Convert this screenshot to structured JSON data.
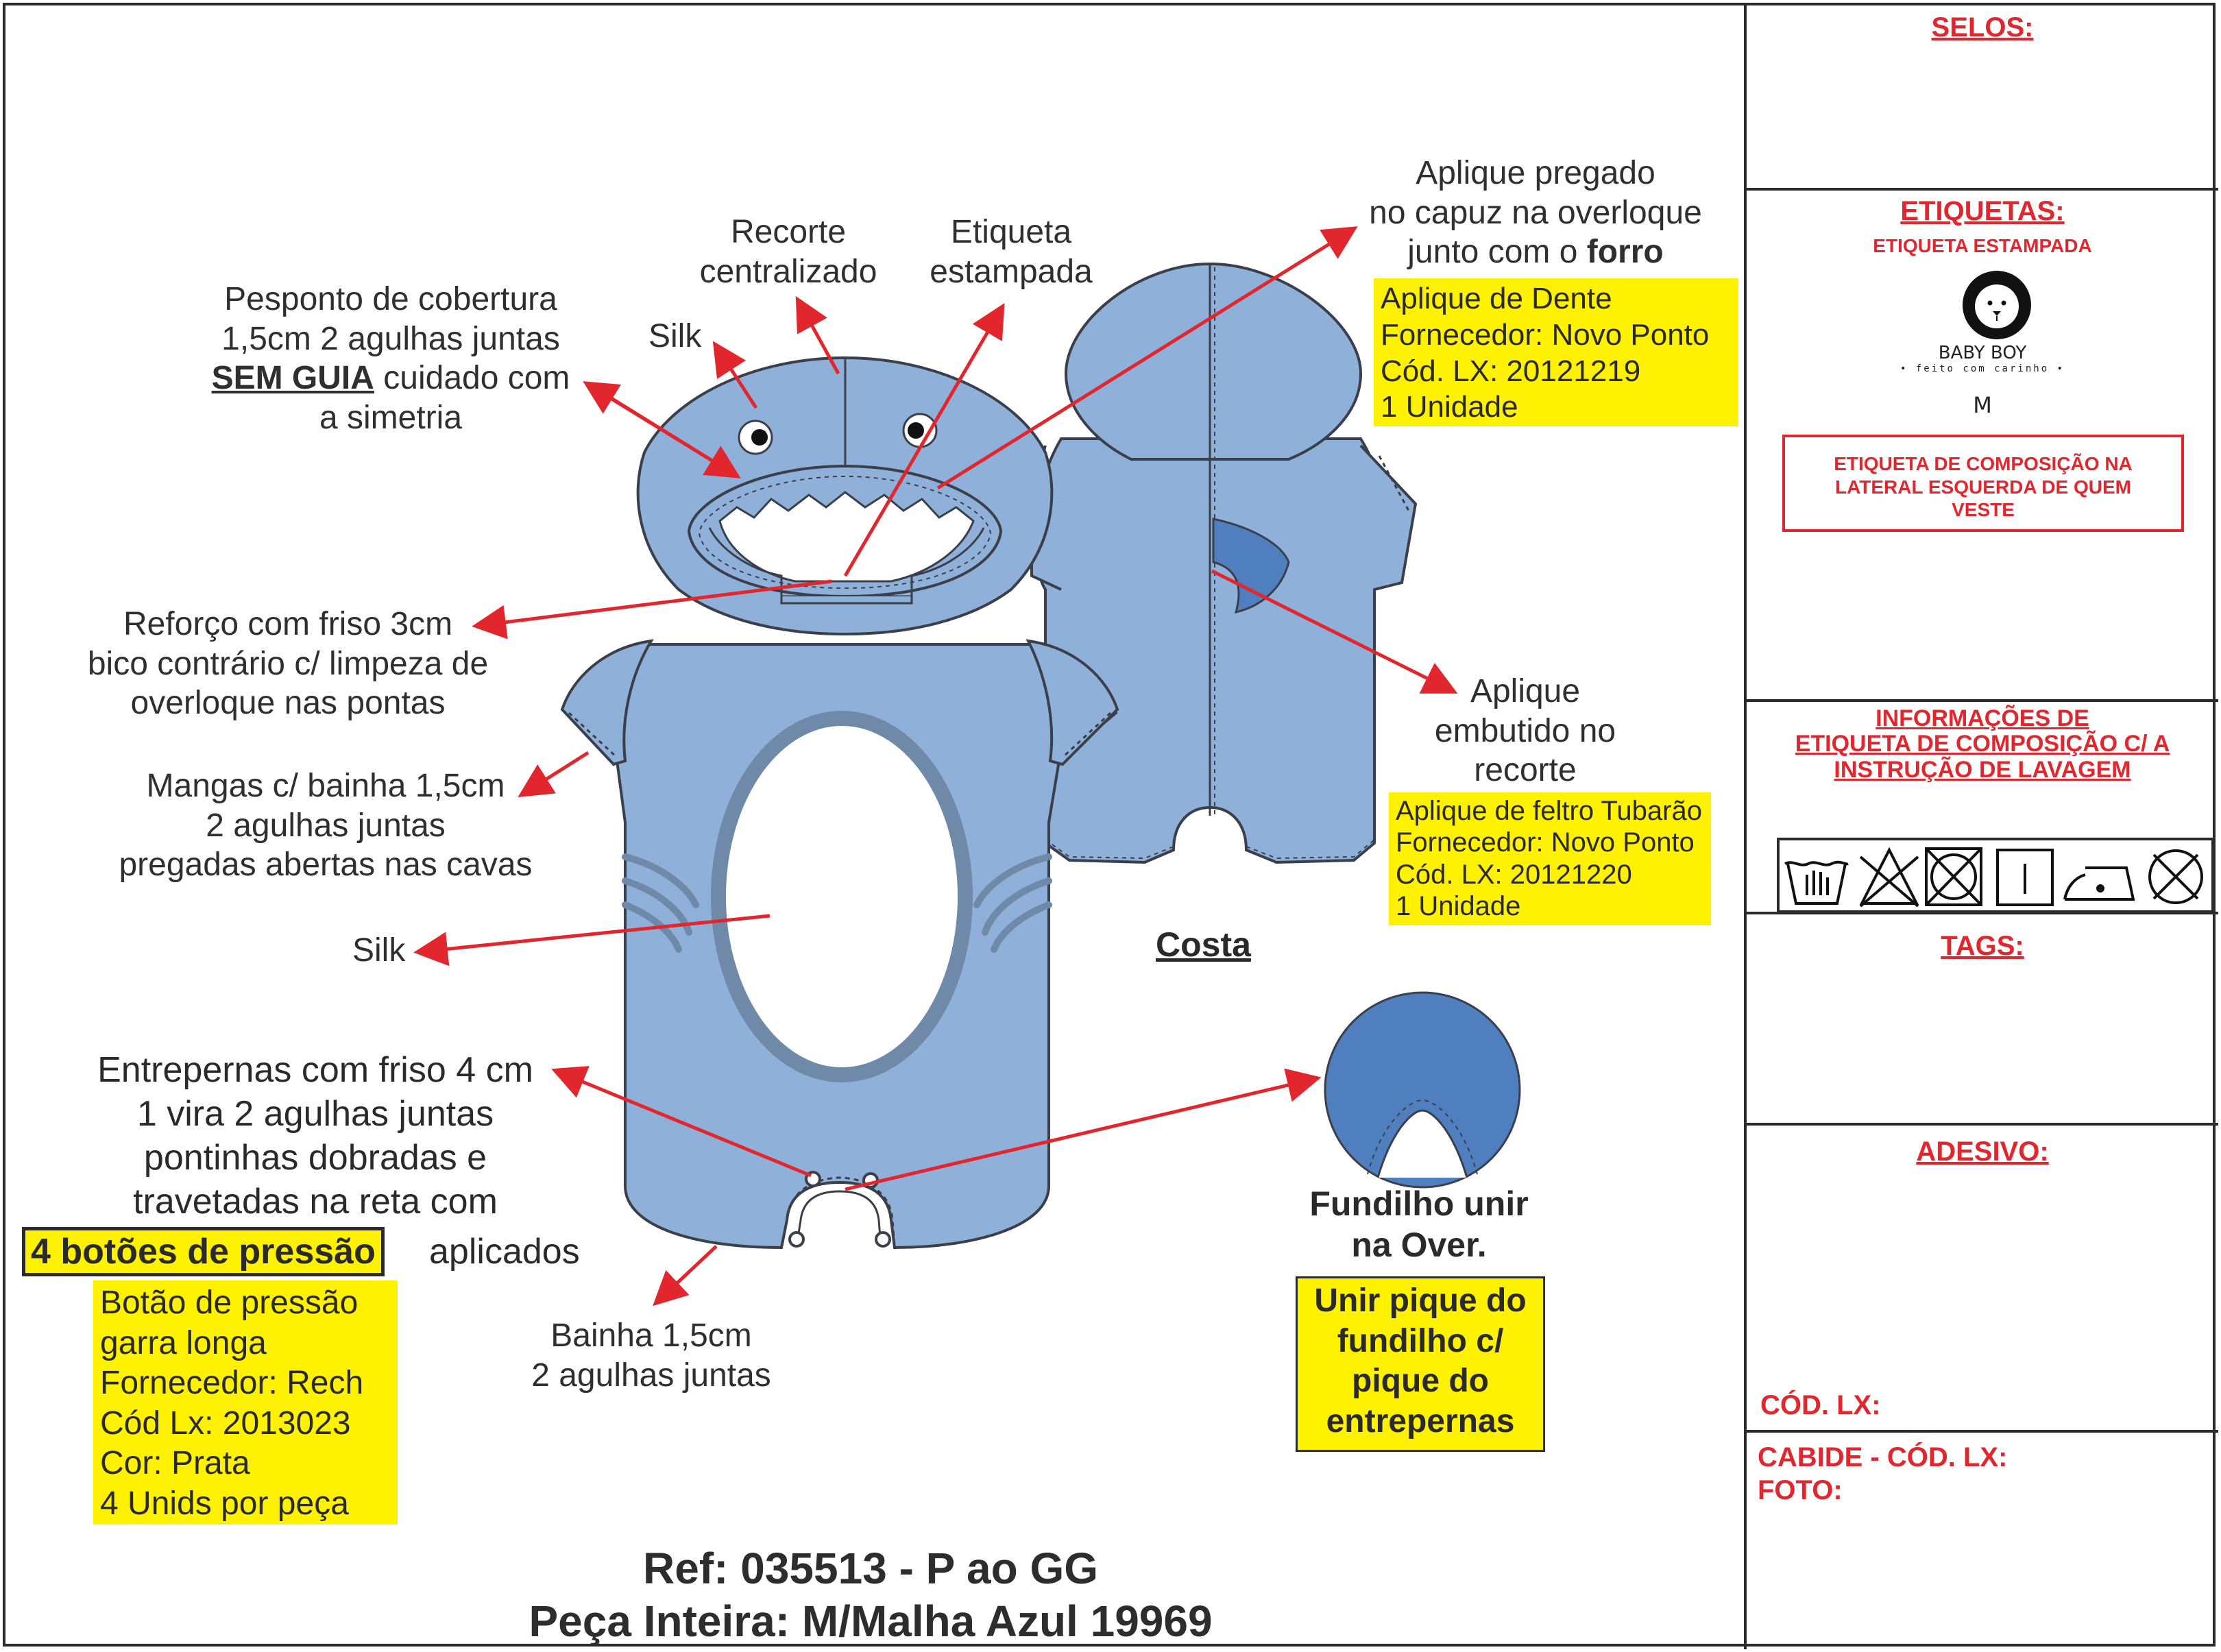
{
  "front": {
    "pesponto": [
      "Pesponto de cobertura",
      "1,5cm 2 agulhas juntas",
      "SEM GUIA",
      " cuidado com",
      "a simetria"
    ],
    "silk_hood": "Silk",
    "recorte": [
      "Recorte",
      "centralizado"
    ],
    "etiqueta": [
      "Etiqueta",
      "estampada"
    ],
    "reforco": [
      "Reforço com friso 3cm",
      "bico contrário c/ limpeza de",
      "overloque nas pontas"
    ],
    "mangas": [
      "Mangas c/ bainha 1,5cm",
      "2 agulhas juntas",
      "pregadas abertas nas cavas"
    ],
    "silk_belly": "Silk",
    "entrepernas": [
      "Entrepernas com friso 4 cm",
      "1 vira 2 agulhas juntas",
      "pontinhas dobradas e",
      "travetadas na reta com",
      "4 botões de pressão",
      "aplicados"
    ],
    "botao_box": [
      "Botão de pressão",
      "garra longa",
      "Fornecedor: Rech",
      "Cód Lx: 2013023",
      "Cor: Prata",
      "4 Unids por peça"
    ],
    "bainha": [
      "Bainha 1,5cm",
      "2 agulhas juntas"
    ]
  },
  "back": {
    "aplique_pregado": [
      "Aplique pregado",
      "no capuz na overloque",
      "junto com o ",
      "forro"
    ],
    "dente_box": [
      "Aplique de Dente",
      "Fornecedor: Novo Ponto",
      "Cód. LX: 20121219",
      "1 Unidade"
    ],
    "aplique_embutido": [
      "Aplique",
      "embutido no",
      "recorte"
    ],
    "tubarao_box": [
      "Aplique de feltro Tubarão",
      "Fornecedor: Novo Ponto",
      "Cód. LX: 20121220",
      "1 Unidade"
    ],
    "costa": "Costa",
    "fundilho": [
      "Fundilho unir",
      "na Over."
    ],
    "fundilho_box": [
      "Unir pique do",
      "fundilho c/",
      "pique do",
      "entrepernas"
    ]
  },
  "reference": {
    "ref": "Ref: 035513 - P ao GG",
    "peca": "Peça Inteira: M/Malha Azul 19969"
  },
  "sidebar": {
    "selos": "SELOS:",
    "etiquetas": "ETIQUETAS:",
    "etiqueta_estampada": "ETIQUETA ESTAMPADA",
    "label_brand": "BABY BOY",
    "label_tagline": "• feito com carinho •",
    "label_size": "M",
    "composicao_box": [
      "ETIQUETA DE COMPOSIÇÃO NA",
      "LATERAL ESQUERDA DE QUEM",
      "VESTE"
    ],
    "informacoes": [
      "INFORMAÇÕES DE",
      "ETIQUETA DE COMPOSIÇÃO C/ A",
      "INSTRUÇÃO DE LAVAGEM"
    ],
    "care_icons": [
      "hand-wash-icon",
      "no-bleach-icon",
      "no-tumble-dry-icon",
      "line-dry-icon",
      "low-iron-icon",
      "no-dry-clean-icon"
    ],
    "tags": "TAGS:",
    "adesivo": "ADESIVO:",
    "cod_lx": "CÓD. LX:",
    "cabide": "CABIDE - CÓD. LX:",
    "foto": "FOTO:"
  },
  "colors": {
    "garment": "#8fb0d8",
    "garment_dark": "#4f7fbf",
    "outline": "#3a3f4a",
    "belly_ring": "#6e8aa8",
    "arrow": "#e2262d",
    "highlight": "#fff200",
    "sidebar_red": "#e2262d"
  }
}
